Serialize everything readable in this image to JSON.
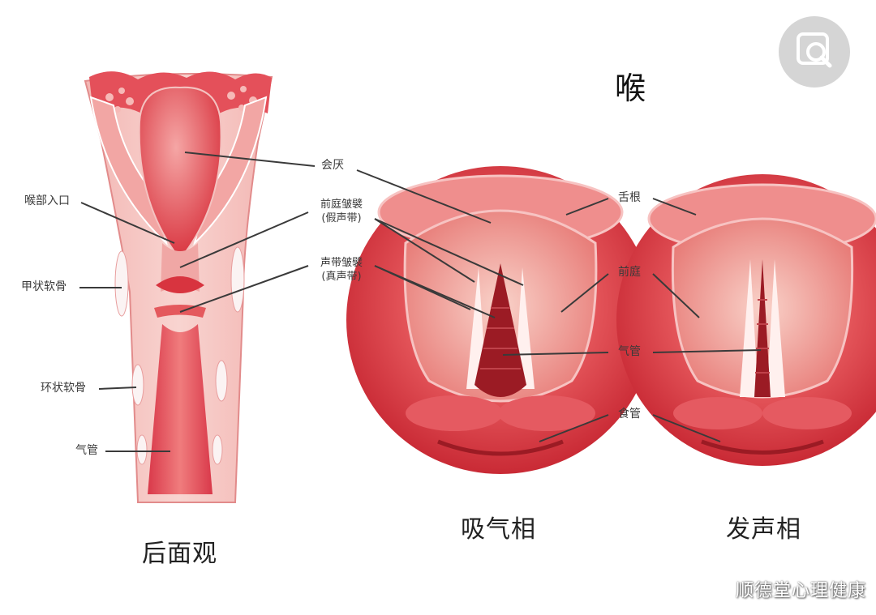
{
  "title": "喉",
  "labels": {
    "throat_entrance": "喉部入口",
    "thyroid_cartilage": "甲状软骨",
    "cricoid_cartilage": "环状软骨",
    "trachea_left": "气管",
    "epiglottis": "会厌",
    "false_fold_line1": "前庭皱襞",
    "false_fold_line2": "(假声带)",
    "vocal_fold_line1": "声带皱襞",
    "vocal_fold_line2": "(真声带)",
    "tongue_root": "舌根",
    "vestibule": "前庭",
    "trachea_right": "气管",
    "esophagus": "食管"
  },
  "captions": {
    "posterior": "后面观",
    "inhale": "吸气相",
    "phonation": "发声相"
  },
  "watermark": "顺德堂心理健康",
  "zoom_icon": "zoom-search-icon",
  "colors": {
    "tissue": "#e0434c",
    "tissue_light": "#f3a8a8",
    "tissue_pale": "#f7cccc",
    "cavity": "#b4232d",
    "leader": "#3a3a3a"
  }
}
